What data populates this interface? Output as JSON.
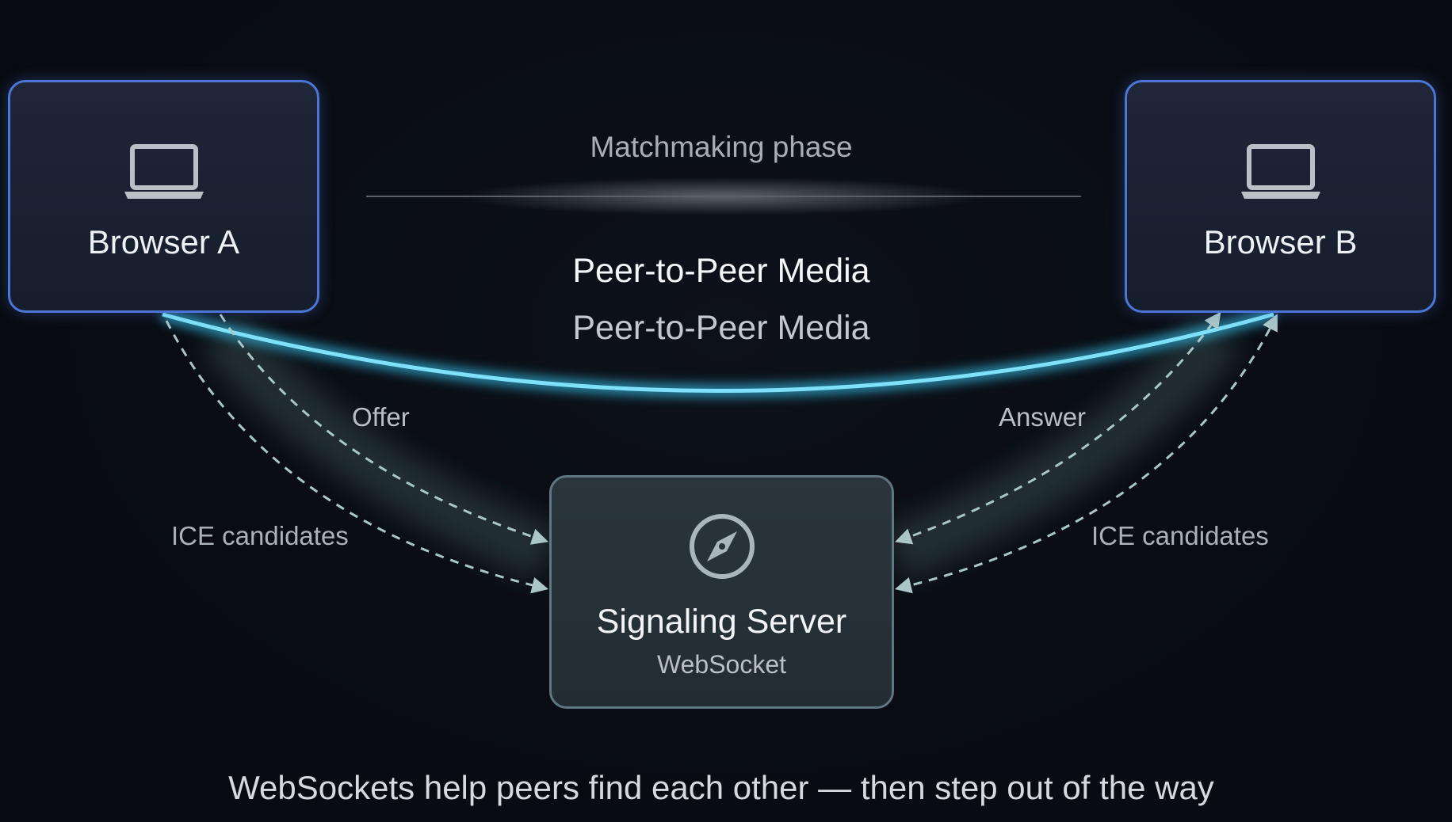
{
  "nodes": {
    "browser_a": {
      "label": "Browser A",
      "icon": "laptop-icon"
    },
    "browser_b": {
      "label": "Browser B",
      "icon": "laptop-icon"
    },
    "server": {
      "title": "Signaling Server",
      "subtitle": "WebSocket",
      "icon": "compass-icon"
    }
  },
  "labels": {
    "phase": "Matchmaking phase",
    "p2p_primary": "Peer-to-Peer Media",
    "p2p_secondary": "Peer-to-Peer Media",
    "offer": "Offer",
    "answer": "Answer",
    "ice_left": "ICE candidates",
    "ice_right": "ICE candidates"
  },
  "caption": "WebSockets help peers find each other — then step out of the way",
  "colors": {
    "background": "#080b12",
    "browser_border": "#4a76d6",
    "server_border": "#607680",
    "media_link": "#5fd3f0",
    "signal_dash": "#aac6c8"
  }
}
